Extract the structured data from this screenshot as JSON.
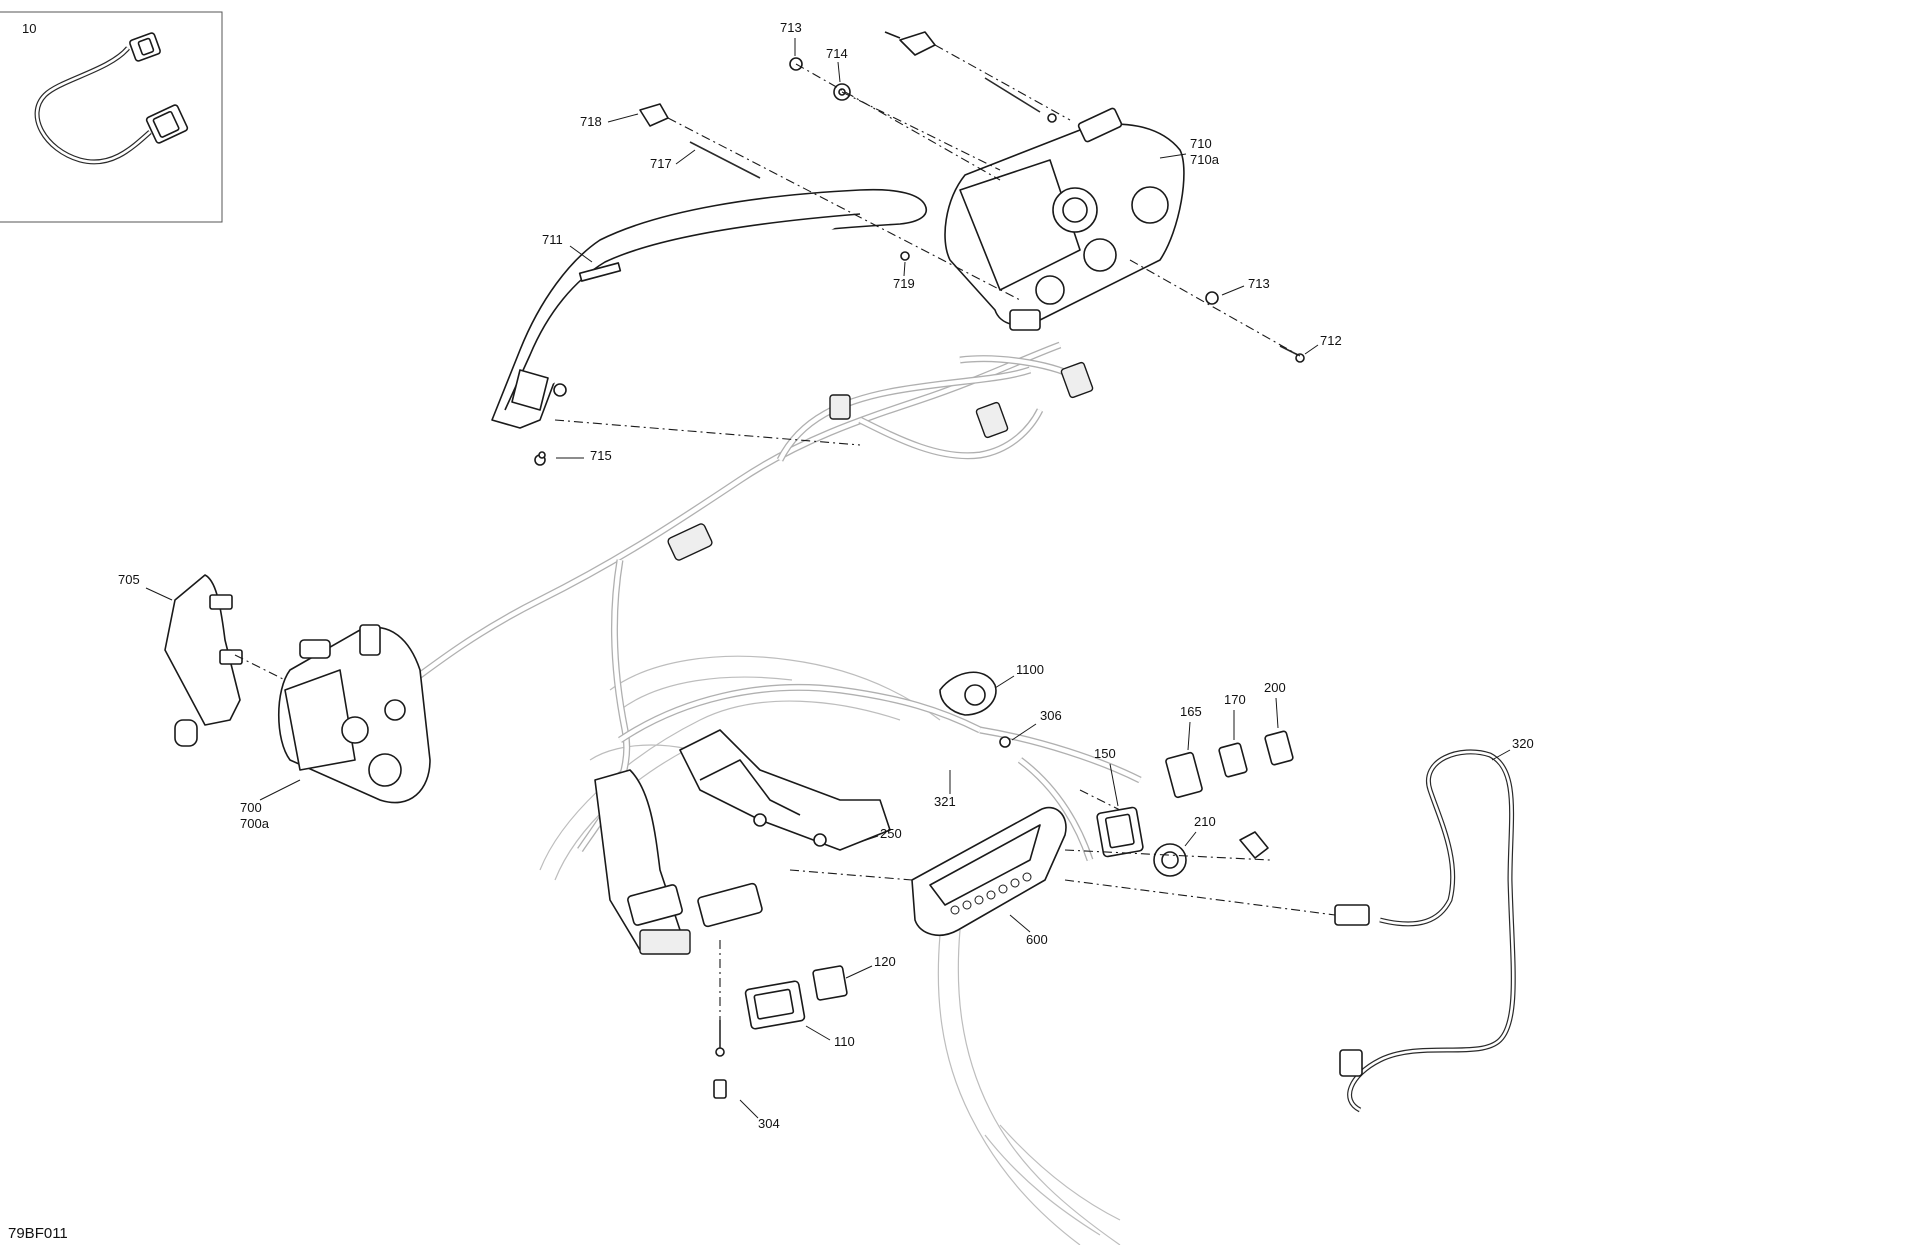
{
  "diagram": {
    "code": "79BF011",
    "inset_label": "10",
    "callouts": [
      {
        "id": "c713a",
        "text": "713"
      },
      {
        "id": "c714",
        "text": "714"
      },
      {
        "id": "c718",
        "text": "718"
      },
      {
        "id": "c717",
        "text": "717"
      },
      {
        "id": "c710",
        "text": "710"
      },
      {
        "id": "c710a",
        "text": "710a"
      },
      {
        "id": "c711",
        "text": "711"
      },
      {
        "id": "c719",
        "text": "719"
      },
      {
        "id": "c713b",
        "text": "713"
      },
      {
        "id": "c712",
        "text": "712"
      },
      {
        "id": "c715",
        "text": "715"
      },
      {
        "id": "c705",
        "text": "705"
      },
      {
        "id": "c700",
        "text": "700"
      },
      {
        "id": "c700a",
        "text": "700a"
      },
      {
        "id": "c1100",
        "text": "1100"
      },
      {
        "id": "c306",
        "text": "306"
      },
      {
        "id": "c165",
        "text": "165"
      },
      {
        "id": "c170",
        "text": "170"
      },
      {
        "id": "c200",
        "text": "200"
      },
      {
        "id": "c320",
        "text": "320"
      },
      {
        "id": "c150",
        "text": "150"
      },
      {
        "id": "c321",
        "text": "321"
      },
      {
        "id": "c210",
        "text": "210"
      },
      {
        "id": "c250",
        "text": "250"
      },
      {
        "id": "c600",
        "text": "600"
      },
      {
        "id": "c120",
        "text": "120"
      },
      {
        "id": "c110",
        "text": "110"
      },
      {
        "id": "c304",
        "text": "304"
      }
    ]
  }
}
